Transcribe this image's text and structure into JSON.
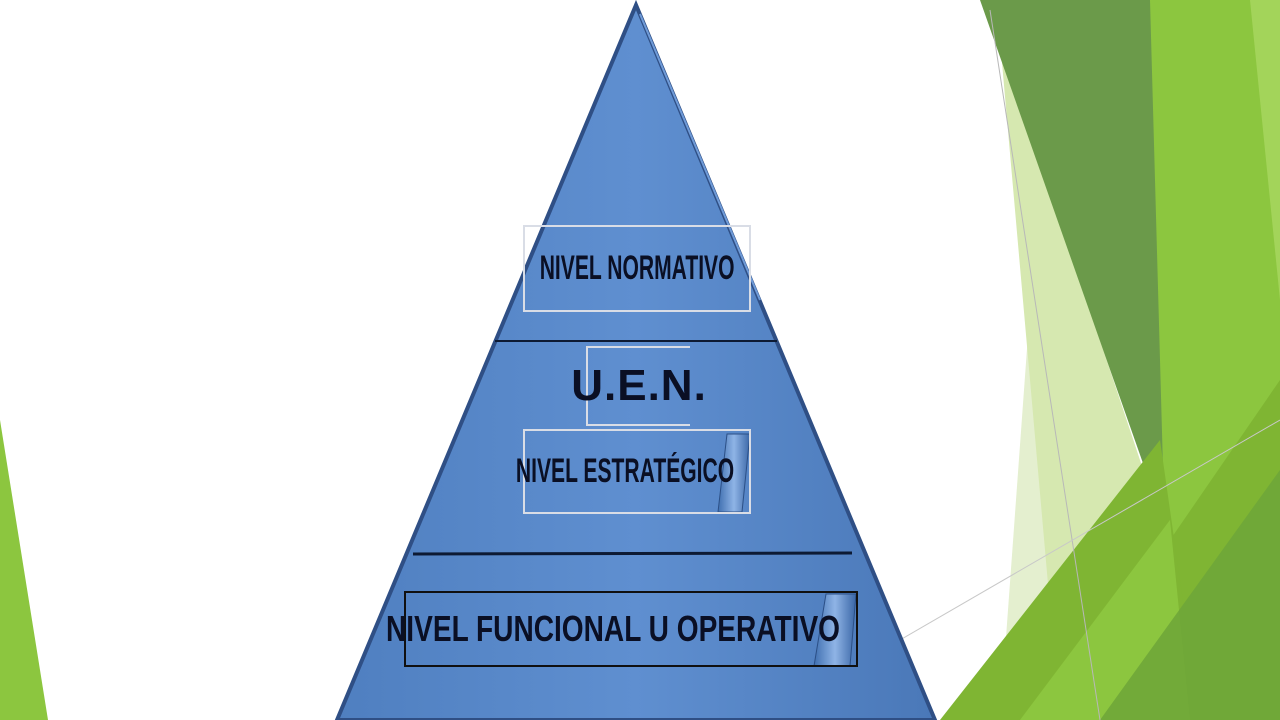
{
  "slide": {
    "background": "#ffffff",
    "accent_colors": [
      "#8cc63f",
      "#6b9a4a",
      "#d6e8b0",
      "#7fb533"
    ]
  },
  "pyramid": {
    "fill": "#5a8acb",
    "stroke": "#2f4f85",
    "levels": [
      {
        "label": "NIVEL NORMATIVO"
      },
      {
        "label": "U.E.N."
      },
      {
        "label": "NIVEL ESTRATÉGICO"
      },
      {
        "label": "NIVEL FUNCIONAL U OPERATIVO"
      }
    ]
  }
}
